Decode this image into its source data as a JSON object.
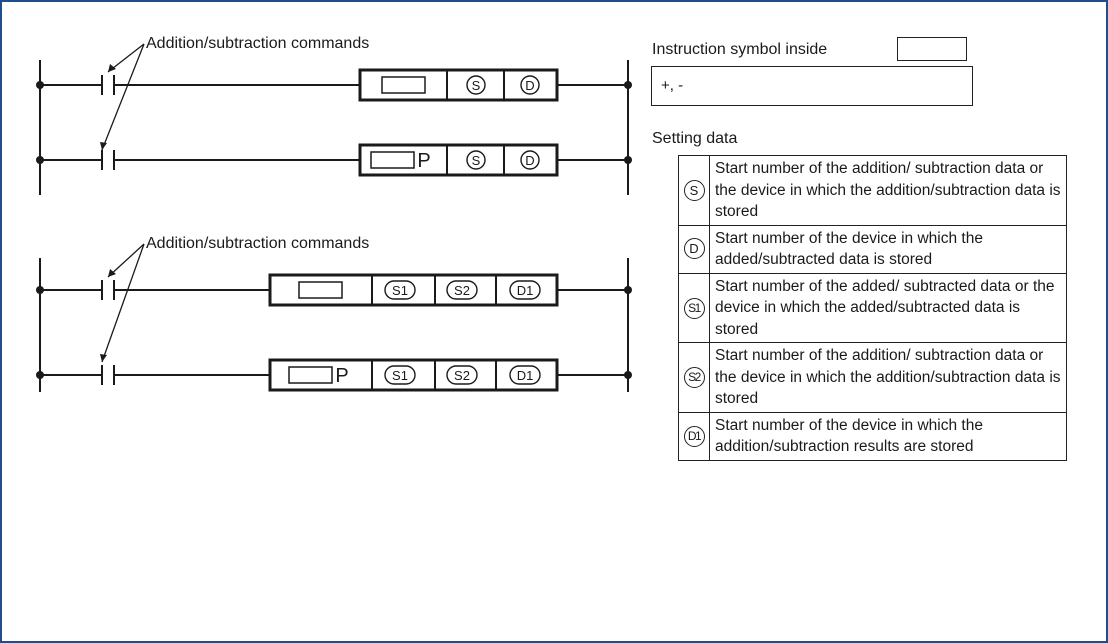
{
  "ladder": {
    "commands_label_1": "Addition/subtraction commands",
    "commands_label_2": "Addition/subtraction commands",
    "rung1": {
      "s": "S",
      "d": "D"
    },
    "rung2": {
      "pulse": "P",
      "s": "S",
      "d": "D"
    },
    "rung3": {
      "s1": "S1",
      "s2": "S2",
      "d1": "D1"
    },
    "rung4": {
      "pulse": "P",
      "s1": "S1",
      "s2": "S2",
      "d1": "D1"
    }
  },
  "instruction_symbol": {
    "label": "Instruction symbol inside",
    "value": "+, -"
  },
  "setting_data": {
    "title": "Setting data",
    "rows": [
      {
        "symbol": "S",
        "description": "Start number of the addition/ subtraction data or the device in which the addition/subtraction data is stored"
      },
      {
        "symbol": "D",
        "description": "Start number of the device in which the added/subtracted data is stored"
      },
      {
        "symbol": "S1",
        "description": "Start number of the added/ subtracted data or the device in which the added/subtracted data is stored"
      },
      {
        "symbol": "S2",
        "description": "Start number of the addition/ subtraction data or the device in which the addition/subtraction data is stored"
      },
      {
        "symbol": "D1",
        "description": "Start number of the device in which the addition/subtraction results are stored"
      }
    ]
  }
}
